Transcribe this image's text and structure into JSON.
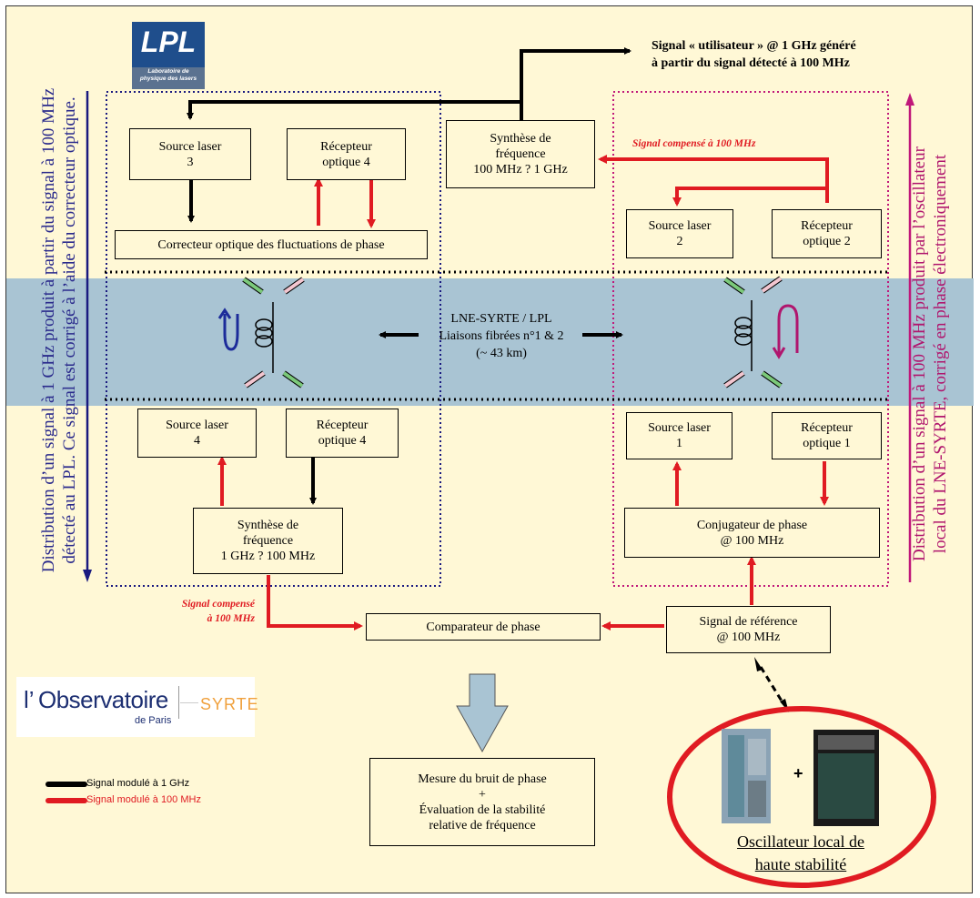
{
  "boxes": {
    "source_laser_3": "Source laser\n3",
    "recepteur_optique_4_top": "Récepteur\noptique 4",
    "correcteur": "Correcteur optique des fluctuations de phase",
    "synthese_top": "Synthèse de\nfréquence\n100 MHz ?  1 GHz",
    "source_laser_2": "Source laser\n2",
    "recepteur_optique_2": "Récepteur\noptique 2",
    "source_laser_4": "Source laser\n4",
    "recepteur_optique_4_bottom": "Récepteur\noptique 4",
    "synthese_bottom": "Synthèse de\nfréquence\n1 GHz ?  100 MHz",
    "source_laser_1": "Source laser\n1",
    "recepteur_optique_1": "Récepteur\noptique 1",
    "conjugateur": "Conjugateur de phase\n@ 100 MHz",
    "comparateur": "Comparateur de phase",
    "signal_reference": "Signal de référence\n@ 100 MHz",
    "mesure": "Mesure du bruit de phase\n+\nÉvaluation de la stabilité\nrelative de fréquence"
  },
  "labels": {
    "user_signal": "Signal « utilisateur » @ 1 GHz généré\nà partir du signal détecté à 100 MHz",
    "signal_compense_top": "Signal compensé à 100 MHz",
    "signal_compense_bottom": "Signal compensé\nà 100 MHz",
    "link": "LNE-SYRTE /  LPL\nLiaisons  fibrées n°1 & 2\n(~ 43 km)",
    "left_vertical": "Distribution d’un signal à 1 GHz produit à partir du signal à 100 MHz\ndétecté au LPL. Ce signal est corrigé à l’aide du correcteur optique.",
    "right_vertical": "Distribution d’un signal à 100 MHz produit par l’oscillateur\nlocal du LNE-SYRTE, corrigé en phase électroniquement",
    "oscillator": "Oscillateur local de\nhaute stabilité",
    "plus": "+"
  },
  "legend": [
    {
      "label": "Signal modulé à 1 GHz",
      "color": "#000000"
    },
    {
      "label": "Signal modulé à 100 MHz",
      "color": "#e01b22"
    }
  ],
  "logos": {
    "lpl": "LPL",
    "lpl_sub": "Laboratoire de\nphysique des lasers",
    "obs_main_1": "l’",
    "obs_main_2": "Observatoire",
    "obs_sub": "de Paris",
    "syrte": "SYRTE"
  },
  "colors": {
    "background": "#fff8d6",
    "band": "#a9c4d3",
    "red": "#e01b22",
    "blue": "#2a2a8c",
    "magenta": "#b0166e"
  }
}
